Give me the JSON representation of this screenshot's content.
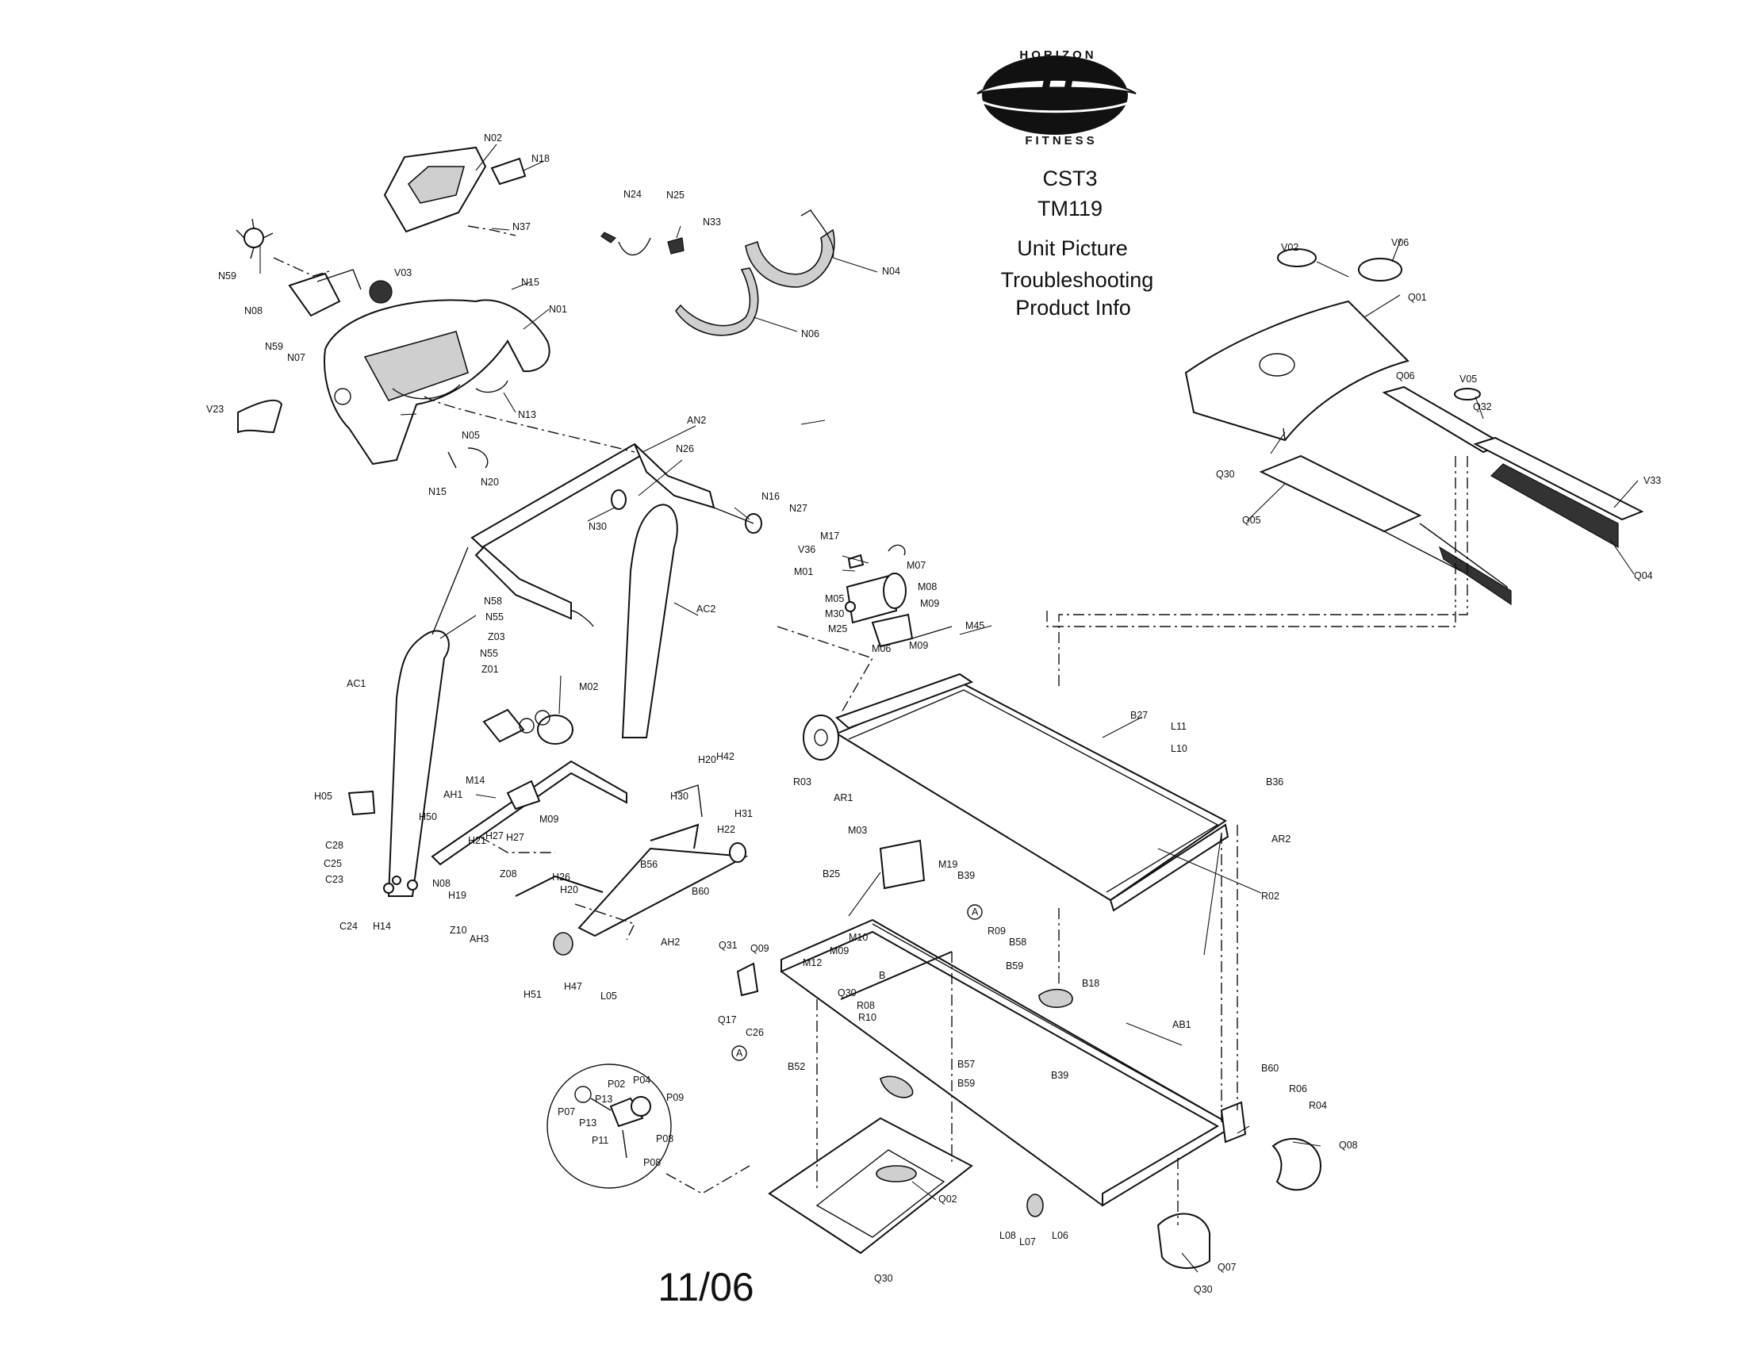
{
  "brand": {
    "top_text": "HORIZON",
    "bottom_text": "FITNESS",
    "logo_letter": "H"
  },
  "header": {
    "model": "CST3",
    "model_code": "TM119",
    "line_unit_picture": "Unit Picture",
    "line_troubleshooting": "Troubleshooting",
    "line_product_info": "Product Info"
  },
  "footer": {
    "date": "11/06"
  },
  "callouts": {
    "N02": "N02",
    "N18": "N18",
    "N37": "N37",
    "N59": "N59",
    "N08": "N08",
    "N07": "N07",
    "V03": "V03",
    "N15": "N15",
    "N01": "N01",
    "N13": "N13",
    "V23": "V23",
    "N05": "N05",
    "N20": "N20",
    "N24": "N24",
    "N25": "N25",
    "N33": "N33",
    "N04": "N04",
    "N06": "N06",
    "AN2": "AN2",
    "N26": "N26",
    "N30": "N30",
    "N16": "N16",
    "N27": "N27",
    "N58": "N58",
    "N55": "N55",
    "Z03": "Z03",
    "Z01": "Z01",
    "AC2": "AC2",
    "AC1": "AC1",
    "M02": "M02",
    "H05": "H05",
    "AH1": "AH1",
    "M14": "M14",
    "M09": "M09",
    "H50": "H50",
    "H21": "H21",
    "H27": "H27",
    "Z08": "Z08",
    "C28": "C28",
    "C25": "C25",
    "C23": "C23",
    "C24": "C24",
    "H14": "H14",
    "H19": "H19",
    "Z10": "Z10",
    "AH3": "AH3",
    "H26": "H26",
    "H20": "H20",
    "H42": "H42",
    "H30": "H30",
    "H31": "H31",
    "H22": "H22",
    "B56": "B56",
    "B60": "B60",
    "AH2": "AH2",
    "H51": "H51",
    "H47": "H47",
    "L05": "L05",
    "M17": "M17",
    "V36": "V36",
    "M01": "M01",
    "M07": "M07",
    "M08": "M08",
    "M05": "M05",
    "M30": "M30",
    "M25": "M25",
    "M06": "M06",
    "M45": "M45",
    "V02": "V02",
    "V06": "V06",
    "Q01": "Q01",
    "Q06": "Q06",
    "V05": "V05",
    "Q32": "Q32",
    "Q30": "Q30",
    "Q05": "Q05",
    "V33": "V33",
    "Q04": "Q04",
    "B27": "B27",
    "L11": "L11",
    "L10": "L10",
    "B36": "B36",
    "AR2": "AR2",
    "R03": "R03",
    "AR1": "AR1",
    "R02": "R02",
    "M03": "M03",
    "M19": "M19",
    "B39": "B39",
    "B25": "B25",
    "Q31": "Q31",
    "Q09": "Q09",
    "M10": "M10",
    "M12": "M12",
    "B": "B",
    "A": "A",
    "R09": "R09",
    "B58": "B58",
    "B59": "B59",
    "B18": "B18",
    "Q17": "Q17",
    "R08": "R08",
    "R10": "R10",
    "C26": "C26",
    "B52": "B52",
    "B57": "B57",
    "AB1": "AB1",
    "B60b": "B60",
    "R06": "R06",
    "R04": "R04",
    "Q08": "Q08",
    "P02": "P02",
    "P04": "P04",
    "P07": "P07",
    "P13": "P13",
    "P09": "P09",
    "P11": "P11",
    "P08": "P08",
    "Q02": "Q02",
    "L08": "L08",
    "L07": "L07",
    "L06": "L06",
    "Q07": "Q07"
  }
}
